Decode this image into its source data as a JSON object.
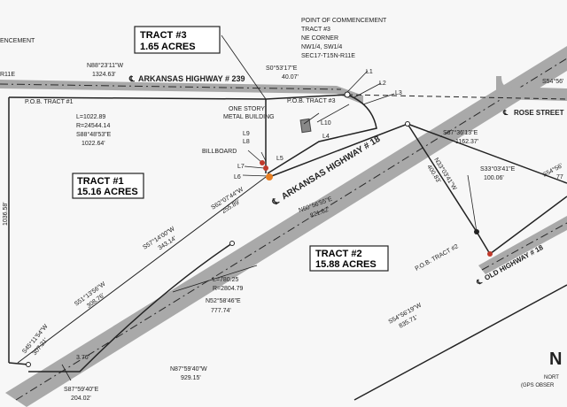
{
  "tracts": {
    "tract1": {
      "name": "TRACT #1",
      "area": "15.16 ACRES"
    },
    "tract2": {
      "name": "TRACT #2",
      "area": "15.88 ACRES"
    },
    "tract3": {
      "name": "TRACT #3",
      "area": "1.65 ACRES"
    }
  },
  "roads": {
    "ark239": "ARKANSAS HIGHWAY # 239",
    "ark18": "ARKANSAS HIGHWAY # 18",
    "rose": "ROSE STREET",
    "oldhwy": "OLD HIGHWAY # 18",
    "cl": "℄"
  },
  "poc": {
    "line1": "POINT OF COMMENCEMENT",
    "line2": "TRACT #3",
    "line3": "NE CORNER",
    "line4": "NW1/4, SW1/4",
    "line5": "SEC17-T15N-R11E"
  },
  "labels": {
    "pob1": "P.O.B. TRACT #1",
    "pob2": "P.O.B. TRACT #2",
    "pob3": "P.O.B. TRACT #3",
    "building1": "ONE STORY",
    "building2": "METAL BUILDING",
    "billboard": "BILLBOARD",
    "ence": "ENCEMENT",
    "r11e": "R11E",
    "north": "N",
    "north_text1": "NORT",
    "north_text2": "(GPS OBSER"
  },
  "calls": {
    "l1": "L1",
    "l2": "L2",
    "l3": "L3",
    "l4": "L4",
    "l5": "L5",
    "l6": "L6",
    "l7": "L7",
    "l8": "L8",
    "l9": "L9",
    "l10": "L10",
    "n88": "N88°23'11\"W",
    "n88d": "1324.63'",
    "s053": "S0°53'17\"E",
    "s053d": "40.07'",
    "curve1_l": "L=1022.89",
    "curve1_r": "R=24544.14",
    "curve1_b": "S88°48'53\"E",
    "curve1_d": "1022.64'",
    "s87_36": "S87°36'13\"E",
    "s87_36d": "1162.37'",
    "n33": "N33°03'41\"W",
    "n33d": "400.83'",
    "s33": "S33°03'41\"E",
    "s33d": "100.06'",
    "s54a": "S54°56'",
    "s54b": "S54°56'",
    "s54b_d": "77",
    "s62": "S62°07'44\"W",
    "s62d": "255.89'",
    "n60": "N60°56'55\"E",
    "n60d": "821.82'",
    "s57": "S57°14'00\"W",
    "s57d": "343.14'",
    "s51": "S51°13'56\"W",
    "s51d": "308.76'",
    "curve2_l": "L=780.25",
    "curve2_r": "R=2804.79",
    "curve2_b": "N52°58'46\"E",
    "curve2_d": "777.74'",
    "s45": "S45°11'54\"W",
    "s45d": "307.21'",
    "d1036": "1036.58'",
    "s54c": "S54°56'19\"W",
    "s54c_d": "835.71'",
    "d376": "3.76'",
    "n87": "N87°59'40\"W",
    "n87d": "929.15'",
    "s87_59": "S87°59'40\"E",
    "s87_59d": "204.02'"
  },
  "colors": {
    "road": "#a8a8a8",
    "line": "#222222",
    "dot_red": "#c0392b",
    "dot_orange": "#e67e22"
  }
}
